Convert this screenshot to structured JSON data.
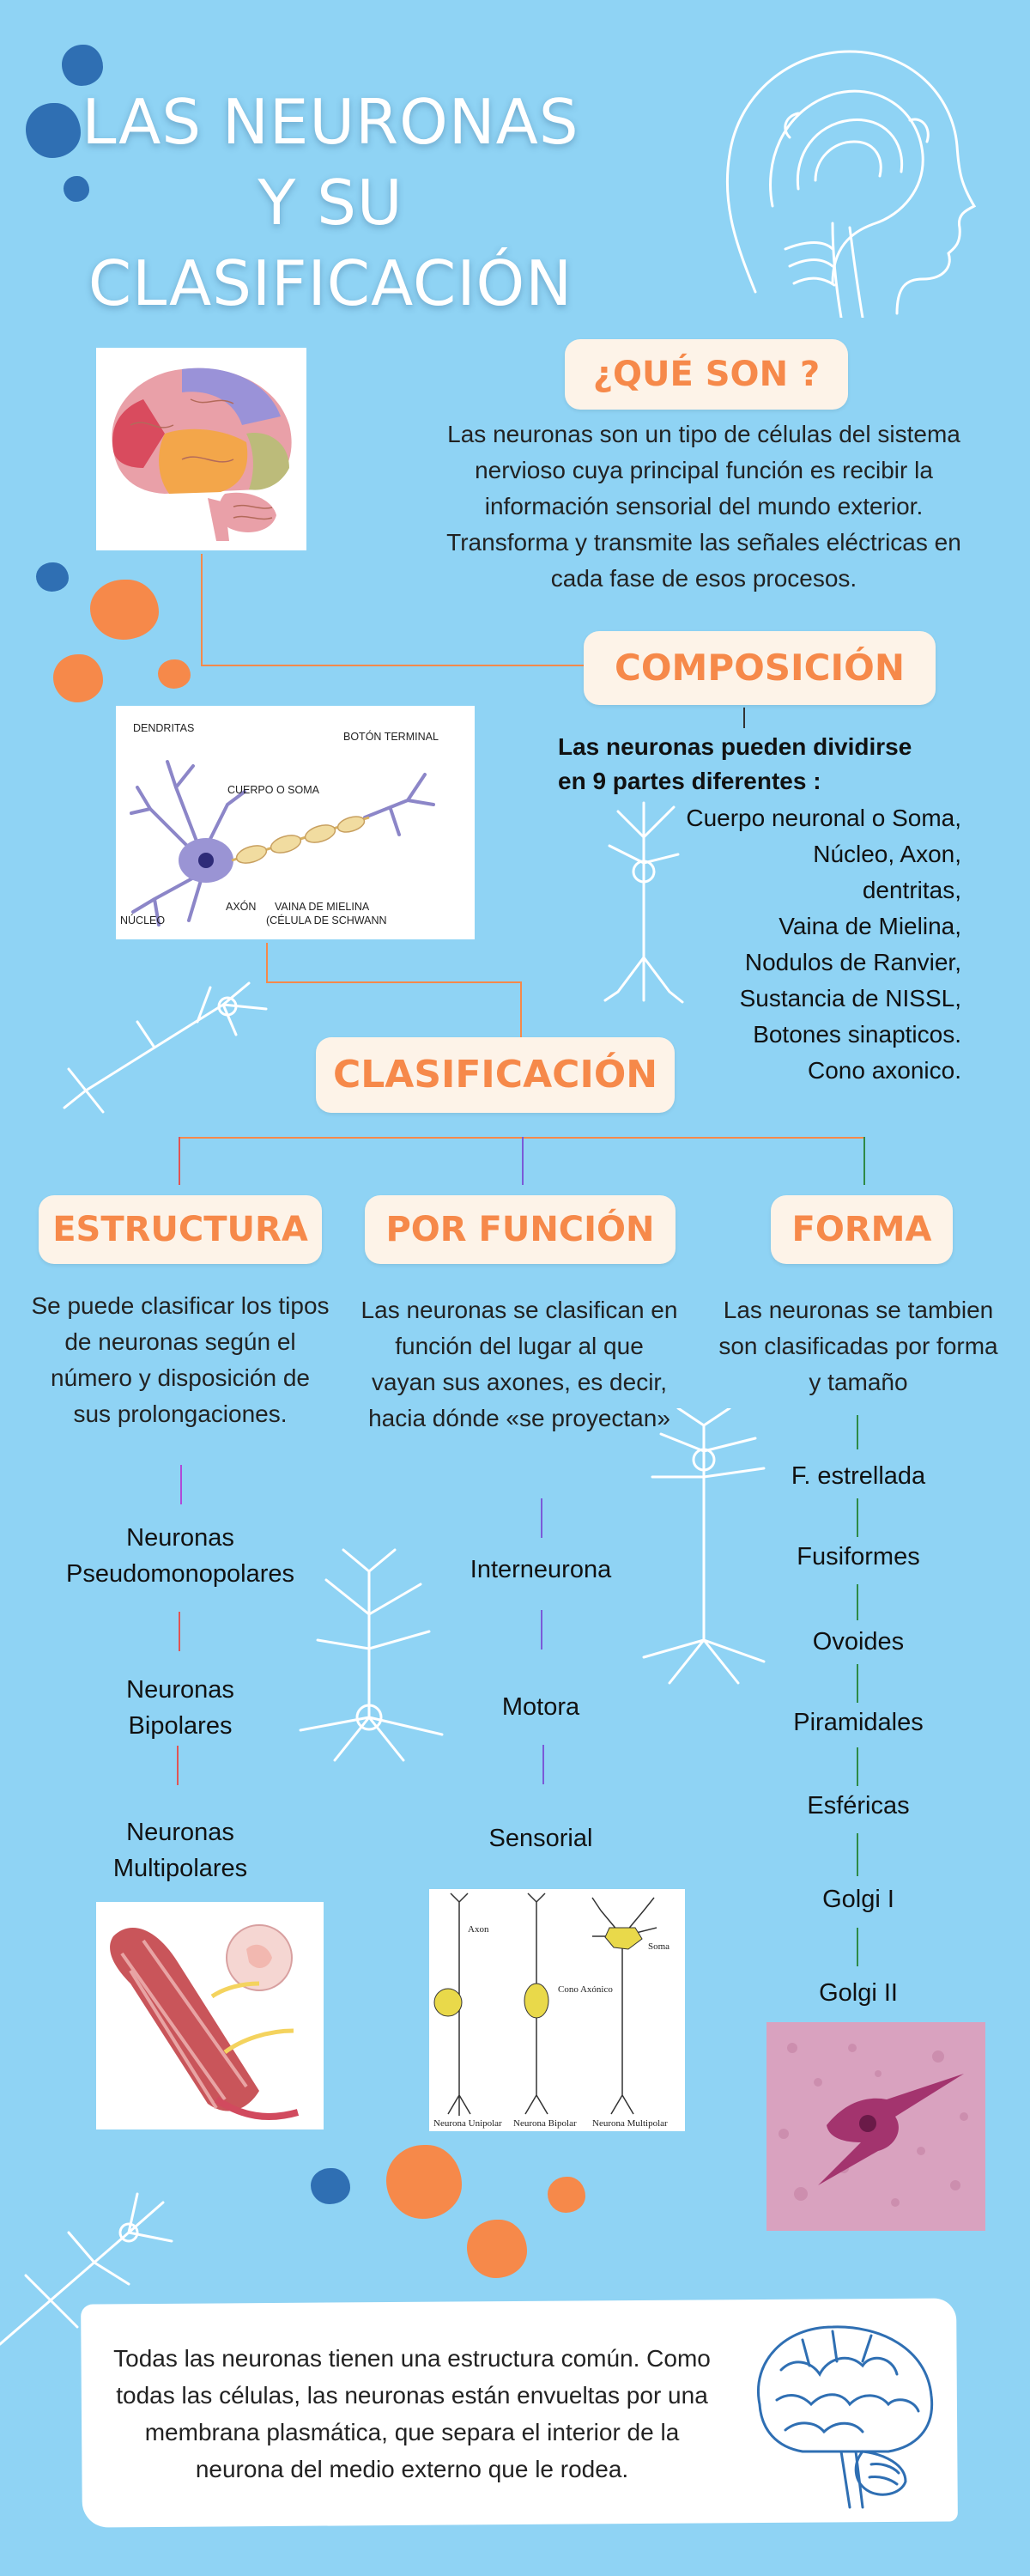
{
  "title": {
    "line1": "LAS NEURONAS",
    "line2": "Y SU",
    "line3": "CLASIFICACIÓN"
  },
  "que_son": {
    "heading": "¿QUÉ SON ?",
    "text": "Las neuronas son un tipo de células del sistema nervioso cuya principal función es recibir la información sensorial del mundo exterior.  Transforma y transmite las señales eléctricas en cada fase de esos procesos."
  },
  "composicion": {
    "heading": "COMPOSICIÓN",
    "intro_line1": "Las neuronas pueden dividirse",
    "intro_line2": "en 9 partes diferentes :",
    "parts": [
      "Cuerpo neuronal o Soma,",
      "Núcleo, Axon,",
      "dentritas,",
      "Vaina de Mielina,",
      "Nodulos de Ranvier,",
      "Sustancia de NISSL,",
      "Botones sinapticos.",
      "Cono axonico."
    ],
    "diagram_labels": {
      "dendritas": "DENDRITAS",
      "boton": "BOTÓN TERMINAL",
      "cuerpo": "CUERPO O SOMA",
      "axon": "AXÓN",
      "vaina_line1": "VAINA DE MIELINA",
      "vaina_line2": "(CÉLULA DE SCHWANN",
      "nucleo": "NÚCLEO"
    }
  },
  "clasificacion": {
    "heading": "CLASIFICACIÓN"
  },
  "estructura": {
    "heading": "ESTRUCTURA",
    "text": "Se puede clasificar los tipos de neuronas según el número y disposición de sus prolongaciones.",
    "items": [
      {
        "line1": "Neuronas",
        "line2": "Pseudomonopolares"
      },
      {
        "line1": "Neuronas",
        "line2": "Bipolares"
      },
      {
        "line1": "Neuronas",
        "line2": "Multipolares"
      }
    ]
  },
  "por_funcion": {
    "heading": "POR FUNCIÓN",
    "text": "Las neuronas se clasifican en función del lugar al que vayan sus axones, es decir, hacia dónde «se proyectan»",
    "items": [
      "Interneurona",
      "Motora",
      "Sensorial"
    ],
    "diagram_labels": [
      "Neurona Unipolar",
      "Neurona Bipolar",
      "Neurona Multipolar",
      "Axon",
      "Soma",
      "Cono Axónico"
    ]
  },
  "forma": {
    "heading": "FORMA",
    "text": "Las neuronas se tambien son clasificadas por forma y tamaño",
    "items": [
      "F. estrellada",
      "Fusiformes",
      "Ovoides",
      "Piramidales",
      "Esféricas",
      "Golgi I",
      "Golgi II"
    ]
  },
  "footer": {
    "text": "Todas las neuronas tienen una estructura común. Como todas las células, las neuronas están envueltas por una membrana plasmática, que separa el interior de la neurona del medio externo que le rodea."
  },
  "icons": [
    "head-outline-icon",
    "brain-outline-icon",
    "neuron-outline-icon"
  ],
  "colors": {
    "background": "#8fd3f4",
    "accent": "#f6894a",
    "pill": "#fdf3e8",
    "blue_blob": "#2f6fb3",
    "orange_blob": "#f6894a"
  }
}
